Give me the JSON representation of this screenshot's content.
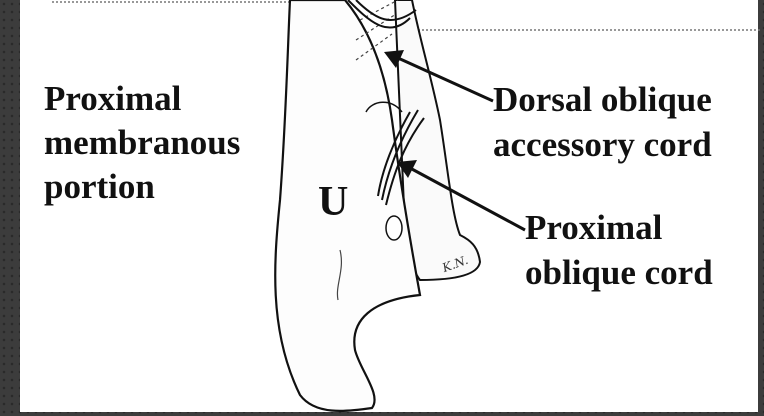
{
  "labels": {
    "proximal_membranous": [
      "Proximal",
      "membranous",
      "portion"
    ],
    "dorsal_oblique": [
      "Dorsal oblique",
      "accessory cord"
    ],
    "proximal_oblique": [
      "Proximal",
      "oblique cord"
    ],
    "bone": "U",
    "signature": "K.N."
  },
  "colors": {
    "ink": "#111111",
    "paper": "#ffffff",
    "frame": "#3c3c3c"
  }
}
